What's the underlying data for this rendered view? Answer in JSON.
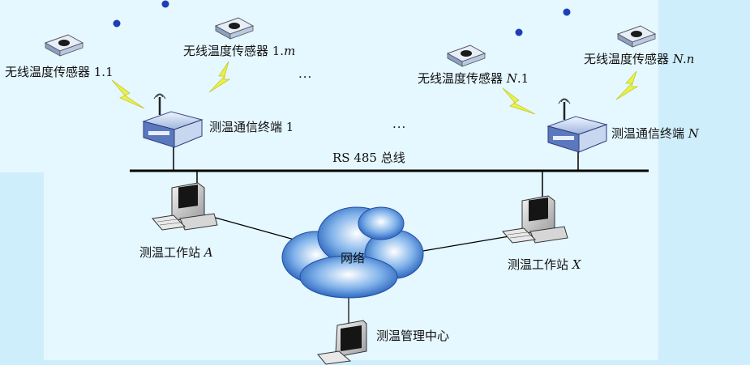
{
  "colors": {
    "background_outer": "#cfeefc",
    "panel_top": "#e5f7ff",
    "panel_bottom": "#e5f7ff",
    "bus_line": "#000000",
    "lightning": "#e8f24a",
    "dot": "#1c3fb5",
    "cloud": "#3f78c9"
  },
  "labels": {
    "sensor_1_1": "无线温度传感器 1.1",
    "sensor_1_m_text": "无线温度传感器 1.",
    "sensor_1_m_italic": "m",
    "sensor_N_1_text": "无线温度传感器 ",
    "sensor_N_1_italic": "N",
    "sensor_N_1_tail": ".1",
    "sensor_N_n_text": "无线温度传感器 ",
    "sensor_N_n_italic": "N.n",
    "terminal_1": "测温通信终端 1",
    "terminal_N_text": "测温通信终端 ",
    "terminal_N_italic": "N",
    "bus": "RS 485 总线",
    "workstation_A_text": "测温工作站 ",
    "workstation_A_italic": "A",
    "workstation_X_text": "测温工作站 ",
    "workstation_X_italic": "X",
    "network": "网络",
    "center": "测温管理中心",
    "ellipsis": "···"
  },
  "icons": {
    "sensor": "wireless-sensor-icon",
    "terminal": "router-antenna-icon",
    "computer": "desktop-computer-icon",
    "cloud": "network-cloud-icon",
    "lightning": "wireless-signal-icon"
  }
}
